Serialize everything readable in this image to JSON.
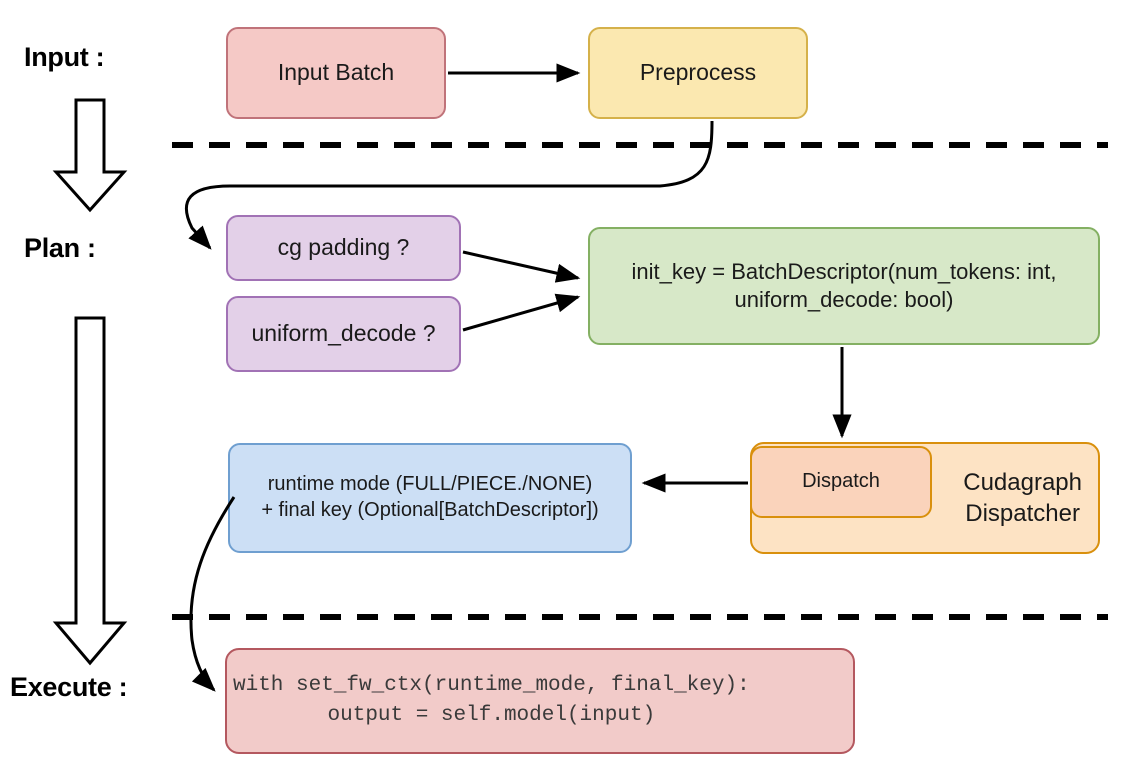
{
  "stages": [
    {
      "key": "input",
      "label": "Input :"
    },
    {
      "key": "plan",
      "label": "Plan :"
    },
    {
      "key": "execute",
      "label": "Execute :"
    }
  ],
  "nodes": {
    "input_batch": {
      "label": "Input Batch",
      "color": "#f5c9c6",
      "border": "#c0737a"
    },
    "preprocess": {
      "label": "Preprocess",
      "color": "#fbe8b0",
      "border": "#d5b14a"
    },
    "cg_padding": {
      "label": "cg padding ?",
      "color": "#e3d0e8",
      "border": "#a172b5"
    },
    "uniform_decode": {
      "label": "uniform_decode ?",
      "color": "#e3d0e8",
      "border": "#a172b5"
    },
    "init_key": {
      "label": "init_key = BatchDescriptor(num_tokens: int,\nuniform_decode: bool)",
      "color": "#d7e8c8",
      "border": "#84b063"
    },
    "runtime_mode": {
      "label": "runtime mode (FULL/PIECE./NONE)\n+ final key (Optional[BatchDescriptor])",
      "color": "#ccdff5",
      "border": "#6f9fd0"
    },
    "dispatcher": {
      "label": "Cudagraph\nDispatcher",
      "color": "#fde3c4",
      "border": "#d9900d"
    },
    "dispatch": {
      "label": "Dispatch",
      "color": "#fad3bb",
      "border": "#d9900d"
    },
    "code_block": {
      "label": "with set_fw_ctx(runtime_mode, final_key):\n    output = self.model(input)",
      "color": "#f2cbc9",
      "border": "#b4585f"
    }
  },
  "connectors": {
    "input_to_preprocess": "arrow-right",
    "preprocess_to_cg": "curved-arrow",
    "cg_to_initkey": "arrow-right",
    "uniform_to_initkey": "arrow-right",
    "initkey_to_dispatch": "arrow-down",
    "dispatch_to_runtime": "arrow-left",
    "runtime_to_code": "curved-arrow",
    "flow_arrow_input_plan": "big-outline-arrow-down",
    "flow_arrow_plan_execute": "big-outline-arrow-down"
  },
  "dividers": [
    {
      "name": "input-plan-divider",
      "style": "dashed"
    },
    {
      "name": "plan-execute-divider",
      "style": "dashed"
    }
  ],
  "colors": {
    "line": "#000000",
    "background": "#ffffff",
    "text": "#1a1a1a"
  }
}
